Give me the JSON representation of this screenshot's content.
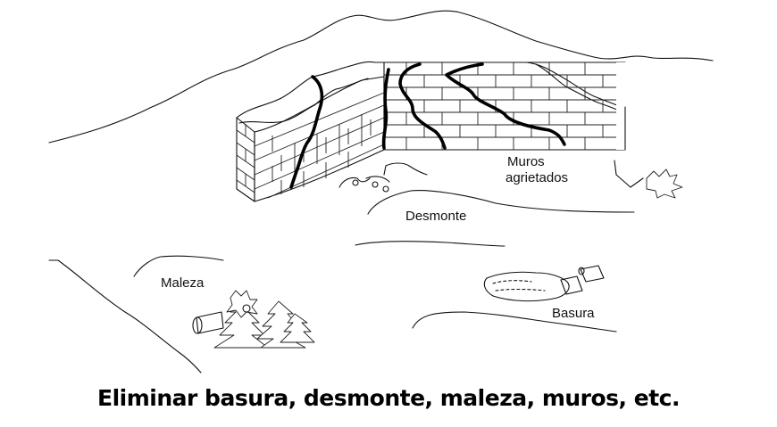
{
  "labels": {
    "muros_line1": "Muros",
    "muros_line2": "agrietados",
    "desmonte": "Desmonte",
    "maleza": "Maleza",
    "basura": "Basura"
  },
  "caption": "Eliminar basura, desmonte, maleza, muros, etc."
}
